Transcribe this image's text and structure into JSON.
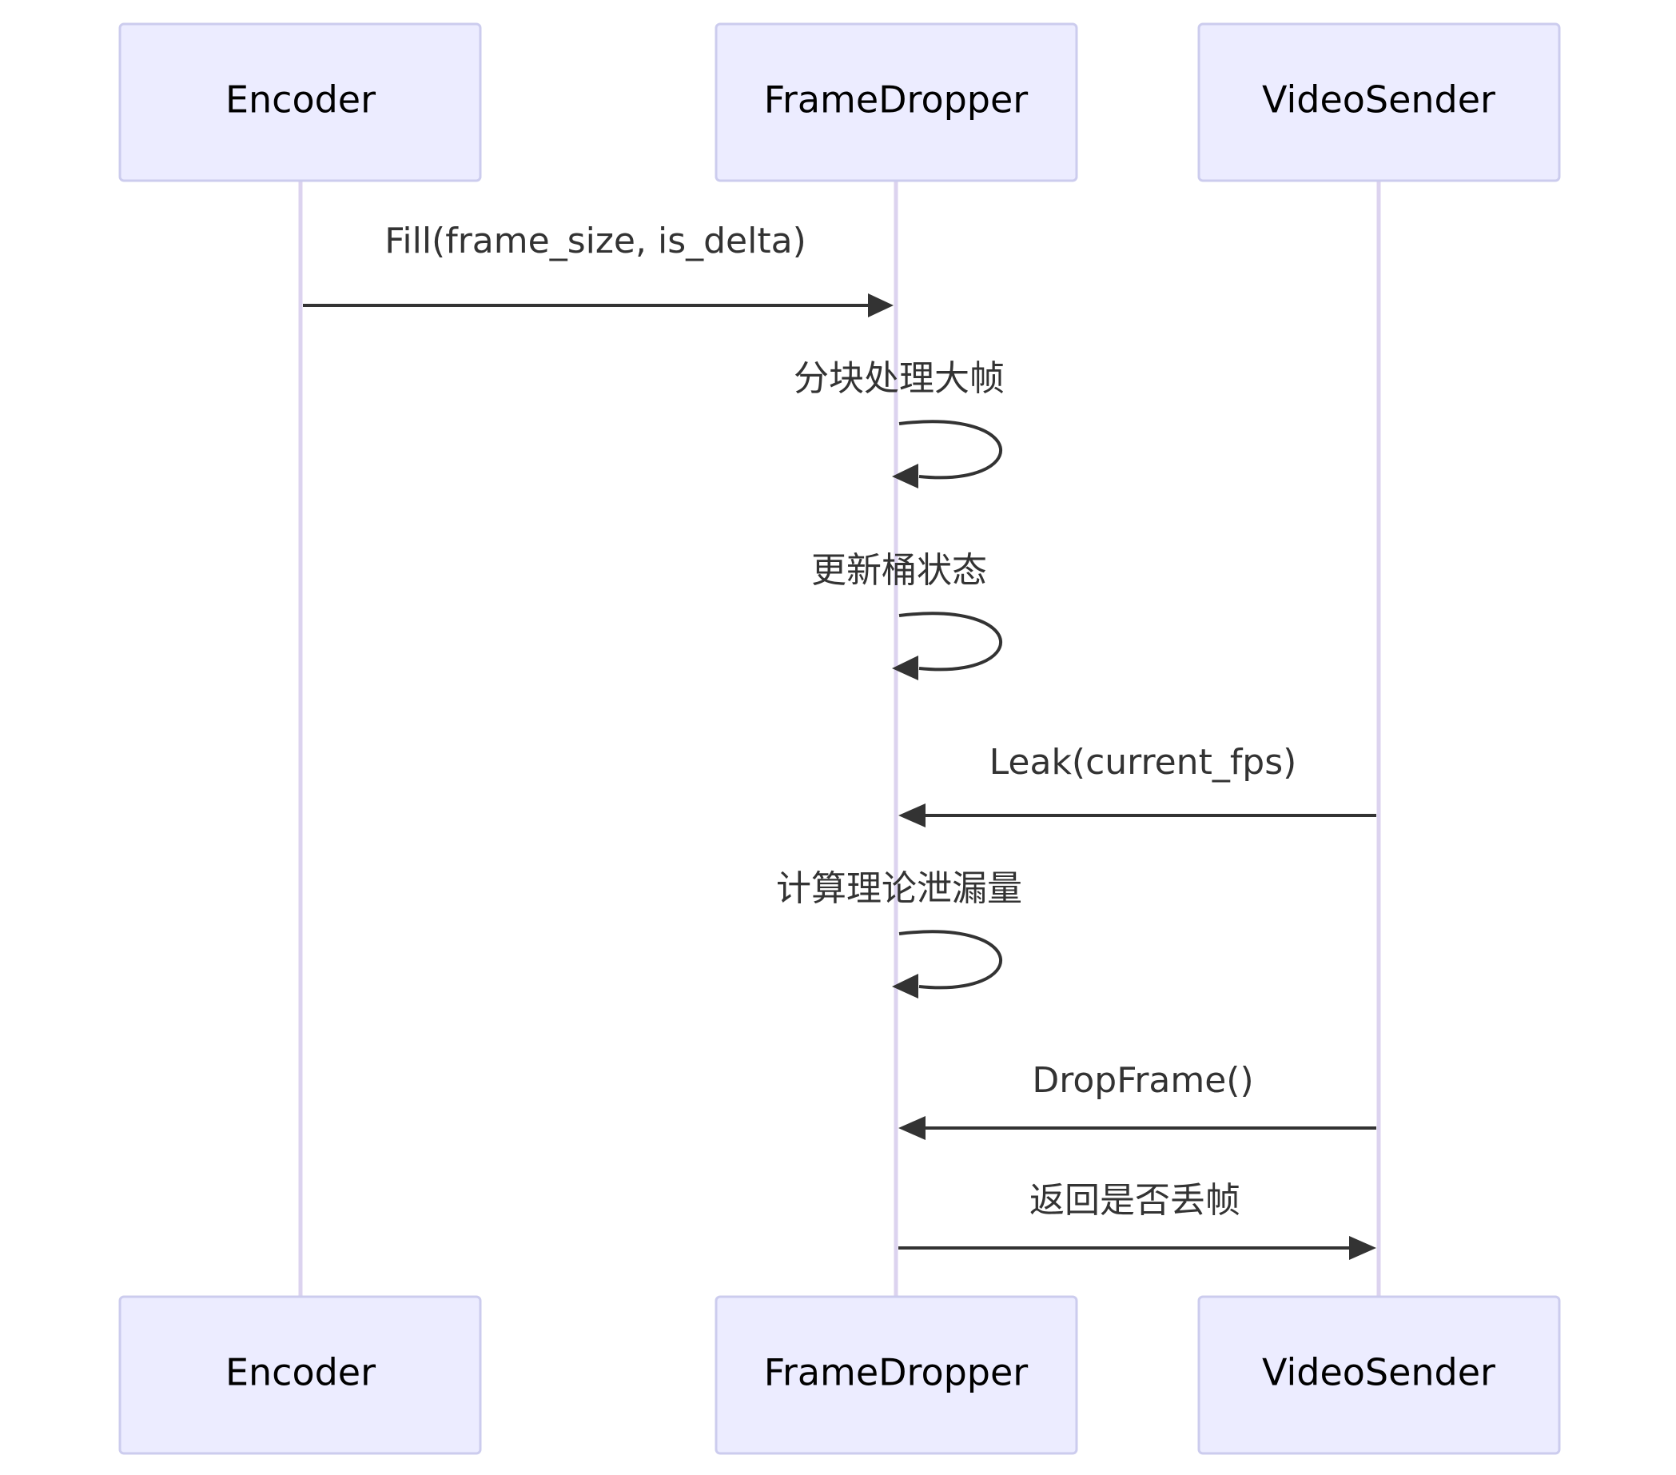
{
  "participants": [
    {
      "id": "encoder",
      "label": "Encoder"
    },
    {
      "id": "framedropper",
      "label": "FrameDropper"
    },
    {
      "id": "videosender",
      "label": "VideoSender"
    }
  ],
  "messages": [
    {
      "from": "encoder",
      "to": "framedropper",
      "label": "Fill(frame_size, is_delta)"
    },
    {
      "from": "framedropper",
      "to": "framedropper",
      "label": "分块处理大帧"
    },
    {
      "from": "framedropper",
      "to": "framedropper",
      "label": "更新桶状态"
    },
    {
      "from": "videosender",
      "to": "framedropper",
      "label": "Leak(current_fps)"
    },
    {
      "from": "framedropper",
      "to": "framedropper",
      "label": "计算理论泄漏量"
    },
    {
      "from": "videosender",
      "to": "framedropper",
      "label": "DropFrame()"
    },
    {
      "from": "framedropper",
      "to": "videosender",
      "label": "返回是否丢帧"
    }
  ],
  "colors": {
    "actor_fill": "#ECECFF",
    "actor_stroke": "#CCCCEE",
    "lifeline": "#DCD3EF",
    "arrow": "#333333",
    "text": "#333333"
  }
}
